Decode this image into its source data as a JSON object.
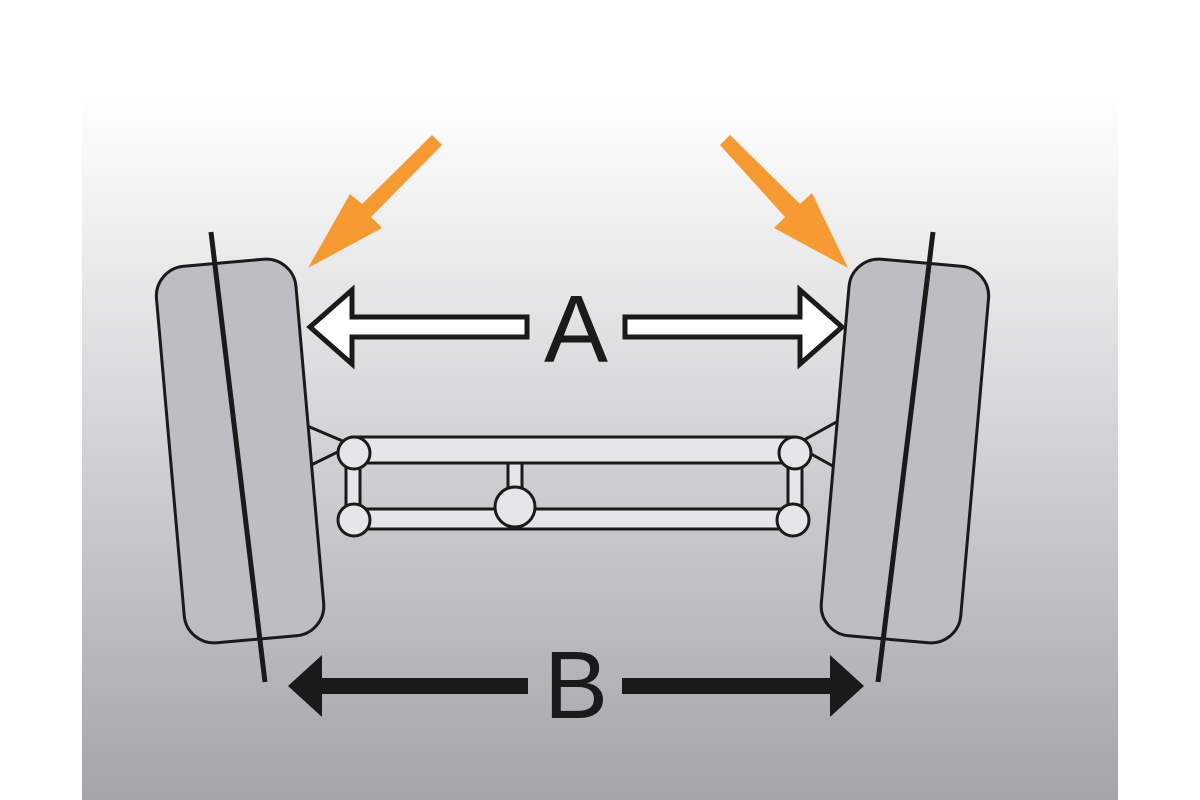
{
  "diagram": {
    "labels": {
      "upper_dimension": "A",
      "lower_dimension": "B"
    },
    "colors": {
      "background_top": "#ffffff",
      "background_bottom": "#a3a5a8",
      "tire_fill": "#bdbec2",
      "outline": "#1a1a1a",
      "linkage_fill": "#e6e6e8",
      "highlight_arrow": "#f79a32"
    },
    "icons": {
      "upper_arrow": "hollow-double-arrow",
      "lower_arrow": "solid-double-arrow",
      "callout": "orange-pointer-arrow"
    }
  }
}
